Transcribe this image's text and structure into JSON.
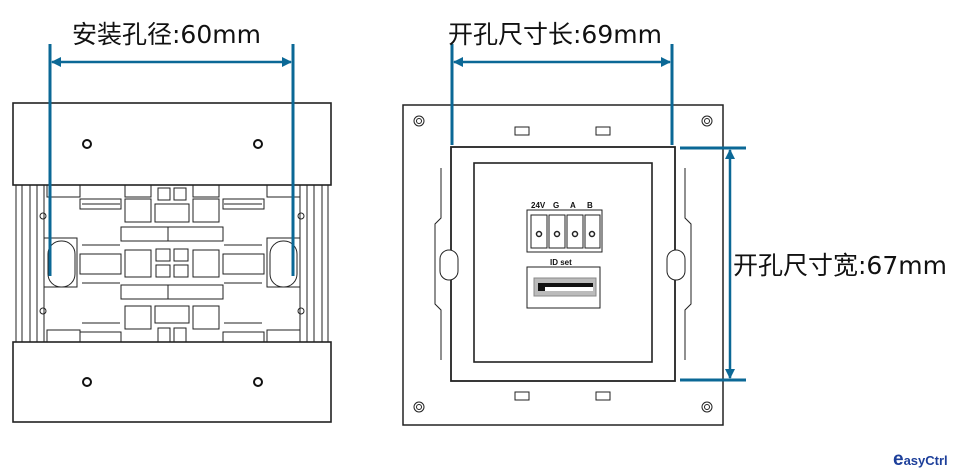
{
  "labels": {
    "mount_hole_distance": "安装孔径:60mm",
    "cutout_length": "开孔尺寸长:69mm",
    "cutout_width": "开孔尺寸宽:67mm"
  },
  "device": {
    "terminals": [
      "24V",
      "G",
      "A",
      "B"
    ],
    "id_label": "ID set"
  },
  "logo": {
    "first": "e",
    "rest": "asyCtrl"
  },
  "colors": {
    "dimension": "#0b6896",
    "outline": "#222222"
  }
}
